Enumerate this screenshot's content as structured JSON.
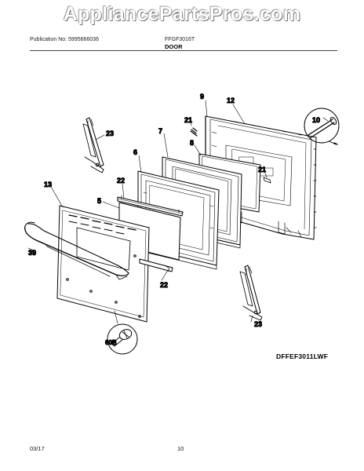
{
  "watermark": "AppliancePartsPros.com",
  "header": {
    "publication": "Publication No: 5995666036",
    "model": "FFGF3016T",
    "section": "DOOR"
  },
  "callouts": {
    "c9": "9",
    "c12": "12",
    "c10": "10",
    "c21a": "21",
    "c23a": "23",
    "c7": "7",
    "c8": "8",
    "c6": "6",
    "c21b": "21",
    "c22a": "22",
    "c13": "13",
    "c5": "5",
    "c39": "39",
    "c22b": "22",
    "c23b": "23",
    "c60b": "60B"
  },
  "diagram_id": "DFFEF3011LWF",
  "footer": {
    "date": "03/17",
    "page": "10"
  }
}
